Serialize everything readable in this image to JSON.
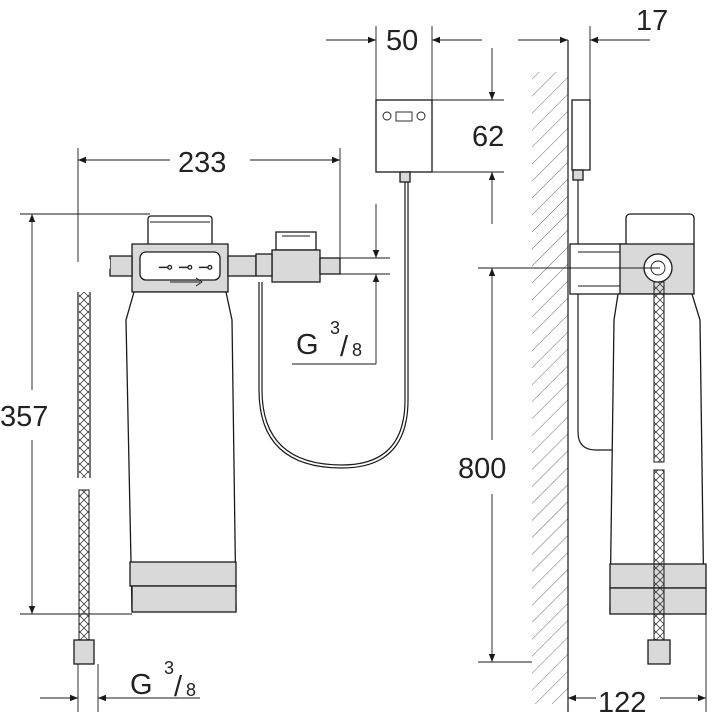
{
  "dimensions": {
    "width_filter": "233",
    "height_filter": "357",
    "control_width": "50",
    "control_height": "62",
    "wall_offset": "17",
    "mount_height": "800",
    "side_depth": "122"
  },
  "threads": {
    "top": {
      "base": "G",
      "num": "3",
      "den": "8"
    },
    "bottom": {
      "base": "G",
      "num": "3",
      "den": "8"
    }
  },
  "colors": {
    "line": "#1a1a1a",
    "housing_grey": "#d9d9d9",
    "hose_dark": "#9a9a9a"
  }
}
